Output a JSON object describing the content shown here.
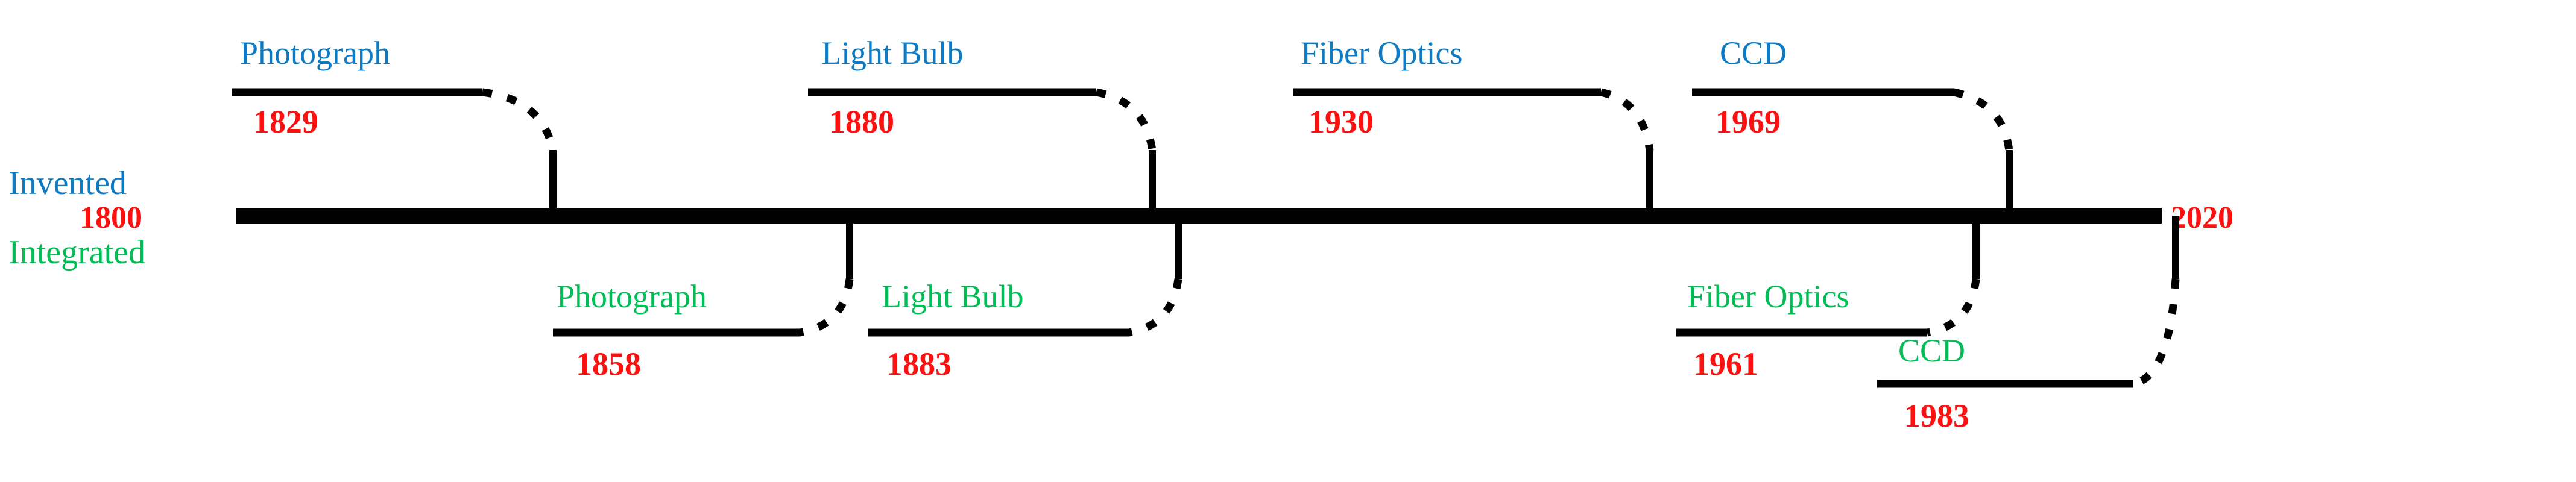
{
  "diagram": {
    "title_present": false,
    "axis": {
      "start_year": "1800",
      "end_year": "2020",
      "row_above_label": "Invented",
      "row_below_label": "Integrated"
    },
    "colors": {
      "invented": "#0C7BC4",
      "integrated": "#00BE55",
      "year": "#FF1010",
      "line": "#000000",
      "background": "#FFFFFF"
    }
  },
  "chart_data": {
    "type": "timeline",
    "title": "",
    "xlabel": "",
    "ylabel": "",
    "axis_range": [
      1800,
      2020
    ],
    "start_label": "1800",
    "end_label": "2020",
    "series": [
      {
        "name": "Invented",
        "position": "above",
        "color": "#0C7BC4",
        "events": [
          {
            "label": "Photograph",
            "year": "1829",
            "year_value": 1829
          },
          {
            "label": "Light Bulb",
            "year": "1880",
            "year_value": 1880
          },
          {
            "label": "Fiber Optics",
            "year": "1930",
            "year_value": 1930
          },
          {
            "label": "CCD",
            "year": "1969",
            "year_value": 1969
          }
        ]
      },
      {
        "name": "Integrated",
        "position": "below",
        "color": "#00BE55",
        "events": [
          {
            "label": "Photograph",
            "year": "1858",
            "year_value": 1858
          },
          {
            "label": "Light Bulb",
            "year": "1883",
            "year_value": 1883
          },
          {
            "label": "Fiber Optics",
            "year": "1961",
            "year_value": 1961
          },
          {
            "label": "CCD",
            "year": "1983",
            "year_value": 1983
          }
        ]
      }
    ]
  },
  "events_above": [
    {
      "label": "Photograph",
      "year": "1829"
    },
    {
      "label": "Light Bulb",
      "year": "1880"
    },
    {
      "label": "Fiber Optics",
      "year": "1930"
    },
    {
      "label": "CCD",
      "year": "1969"
    }
  ],
  "events_below": [
    {
      "label": "Photograph",
      "year": "1858"
    },
    {
      "label": "Light Bulb",
      "year": "1883"
    },
    {
      "label": "Fiber Optics",
      "year": "1961"
    },
    {
      "label": "CCD",
      "year": "1983"
    }
  ]
}
